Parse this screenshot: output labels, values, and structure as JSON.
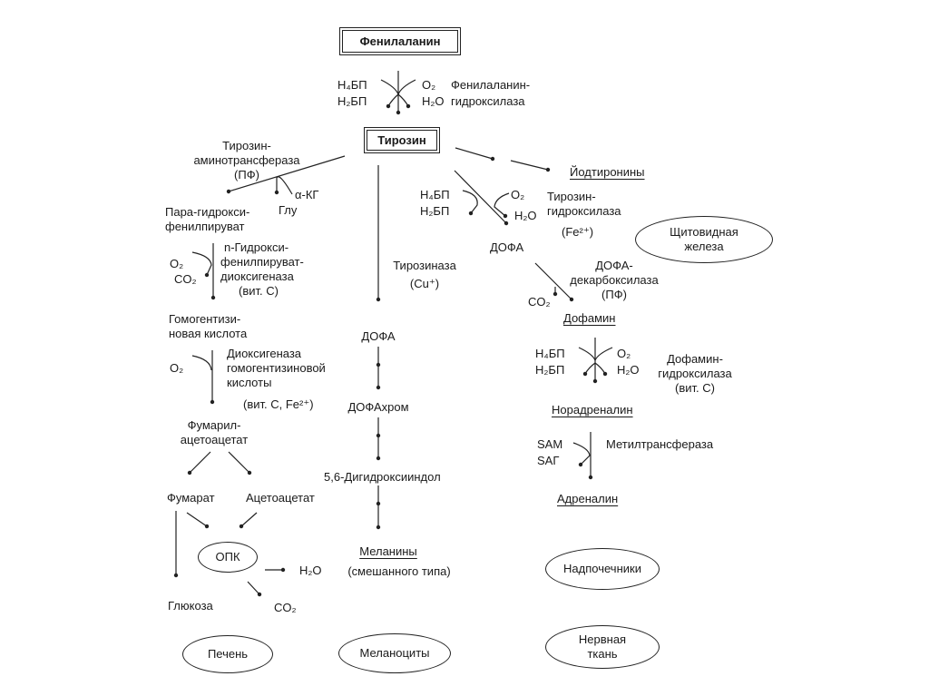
{
  "start": "Фенилаланин",
  "tyrosine": "Тирозин",
  "phe_hydroxylase": {
    "co_in": "H₄БП",
    "co_out": "H₂БП",
    "o2": "O₂",
    "h2o": "H₂O",
    "enzyme_line1": "Фенилаланин-",
    "enzyme_line2": "гидроксилаза"
  },
  "liver_branch": {
    "enzyme1": [
      "Тирозин-",
      "аминотрансфераза",
      "(ПФ)"
    ],
    "akg": "α-КГ",
    "glu": "Глу",
    "product1": [
      "Пара-гидрокси-",
      "фенилпируват"
    ],
    "o2": "O₂",
    "co2": "CO₂",
    "enzyme2": [
      "n-Гидрокси-",
      "фенилпируват-",
      "диоксигеназа",
      "(вит. С)"
    ],
    "product2": [
      "Гомогентизи-",
      "новая кислота"
    ],
    "o2_b": "O₂",
    "enzyme3": [
      "Диоксигеназа",
      "гомогентизиновой",
      "кислоты"
    ],
    "enzyme3_cofactors": "(вит. С, Fe²⁺)",
    "product3": [
      "Фумарил-",
      "ацетоацетат"
    ],
    "fumarate": "Фумарат",
    "acetoacetate": "Ацетоацетат",
    "tca": "ОПК",
    "h2o": "H₂O",
    "co2_end": "CO₂",
    "glucose": "Глюкоза",
    "organ": "Печень"
  },
  "melanin_branch": {
    "enzyme": "Тирозиназа",
    "cofactor": "(Cu⁺)",
    "steps": [
      "ДОФА",
      "ДОФАхром",
      "5,6-Дигидроксииндол"
    ],
    "product": "Меланины",
    "product_note": "(смешанного типа)",
    "organ": "Меланоциты"
  },
  "catecholamine_branch": {
    "iodothyronines": "Йодтиронины",
    "thyroid": [
      "Щитовидная",
      "железа"
    ],
    "co_in": "H₄БП",
    "co_out": "H₂БП",
    "o2": "O₂",
    "h2o": "H₂O",
    "th_enzyme": [
      "Тирозин-",
      "гидроксилаза"
    ],
    "th_cofactor": "(Fe²⁺)",
    "dopa": "ДОФА",
    "ddc_enzyme": [
      "ДОФА-",
      "декарбоксилаза",
      "(ПФ)"
    ],
    "co2": "CO₂",
    "dopamine": "Дофамин",
    "dbh_co_in": "H₄БП",
    "dbh_co_out": "H₂БП",
    "dbh_o2": "O₂",
    "dbh_h2o": "H₂O",
    "dbh_enzyme": [
      "Дофамин-",
      "гидроксилаза",
      "(вит. С)"
    ],
    "noradrenaline": "Норадреналин",
    "sam": "SAM",
    "sag": "SAГ",
    "mt_enzyme": "Метилтрансфераза",
    "adrenaline": "Адреналин",
    "adrenal": "Надпочечники",
    "nerve": [
      "Нервная",
      "ткань"
    ]
  }
}
